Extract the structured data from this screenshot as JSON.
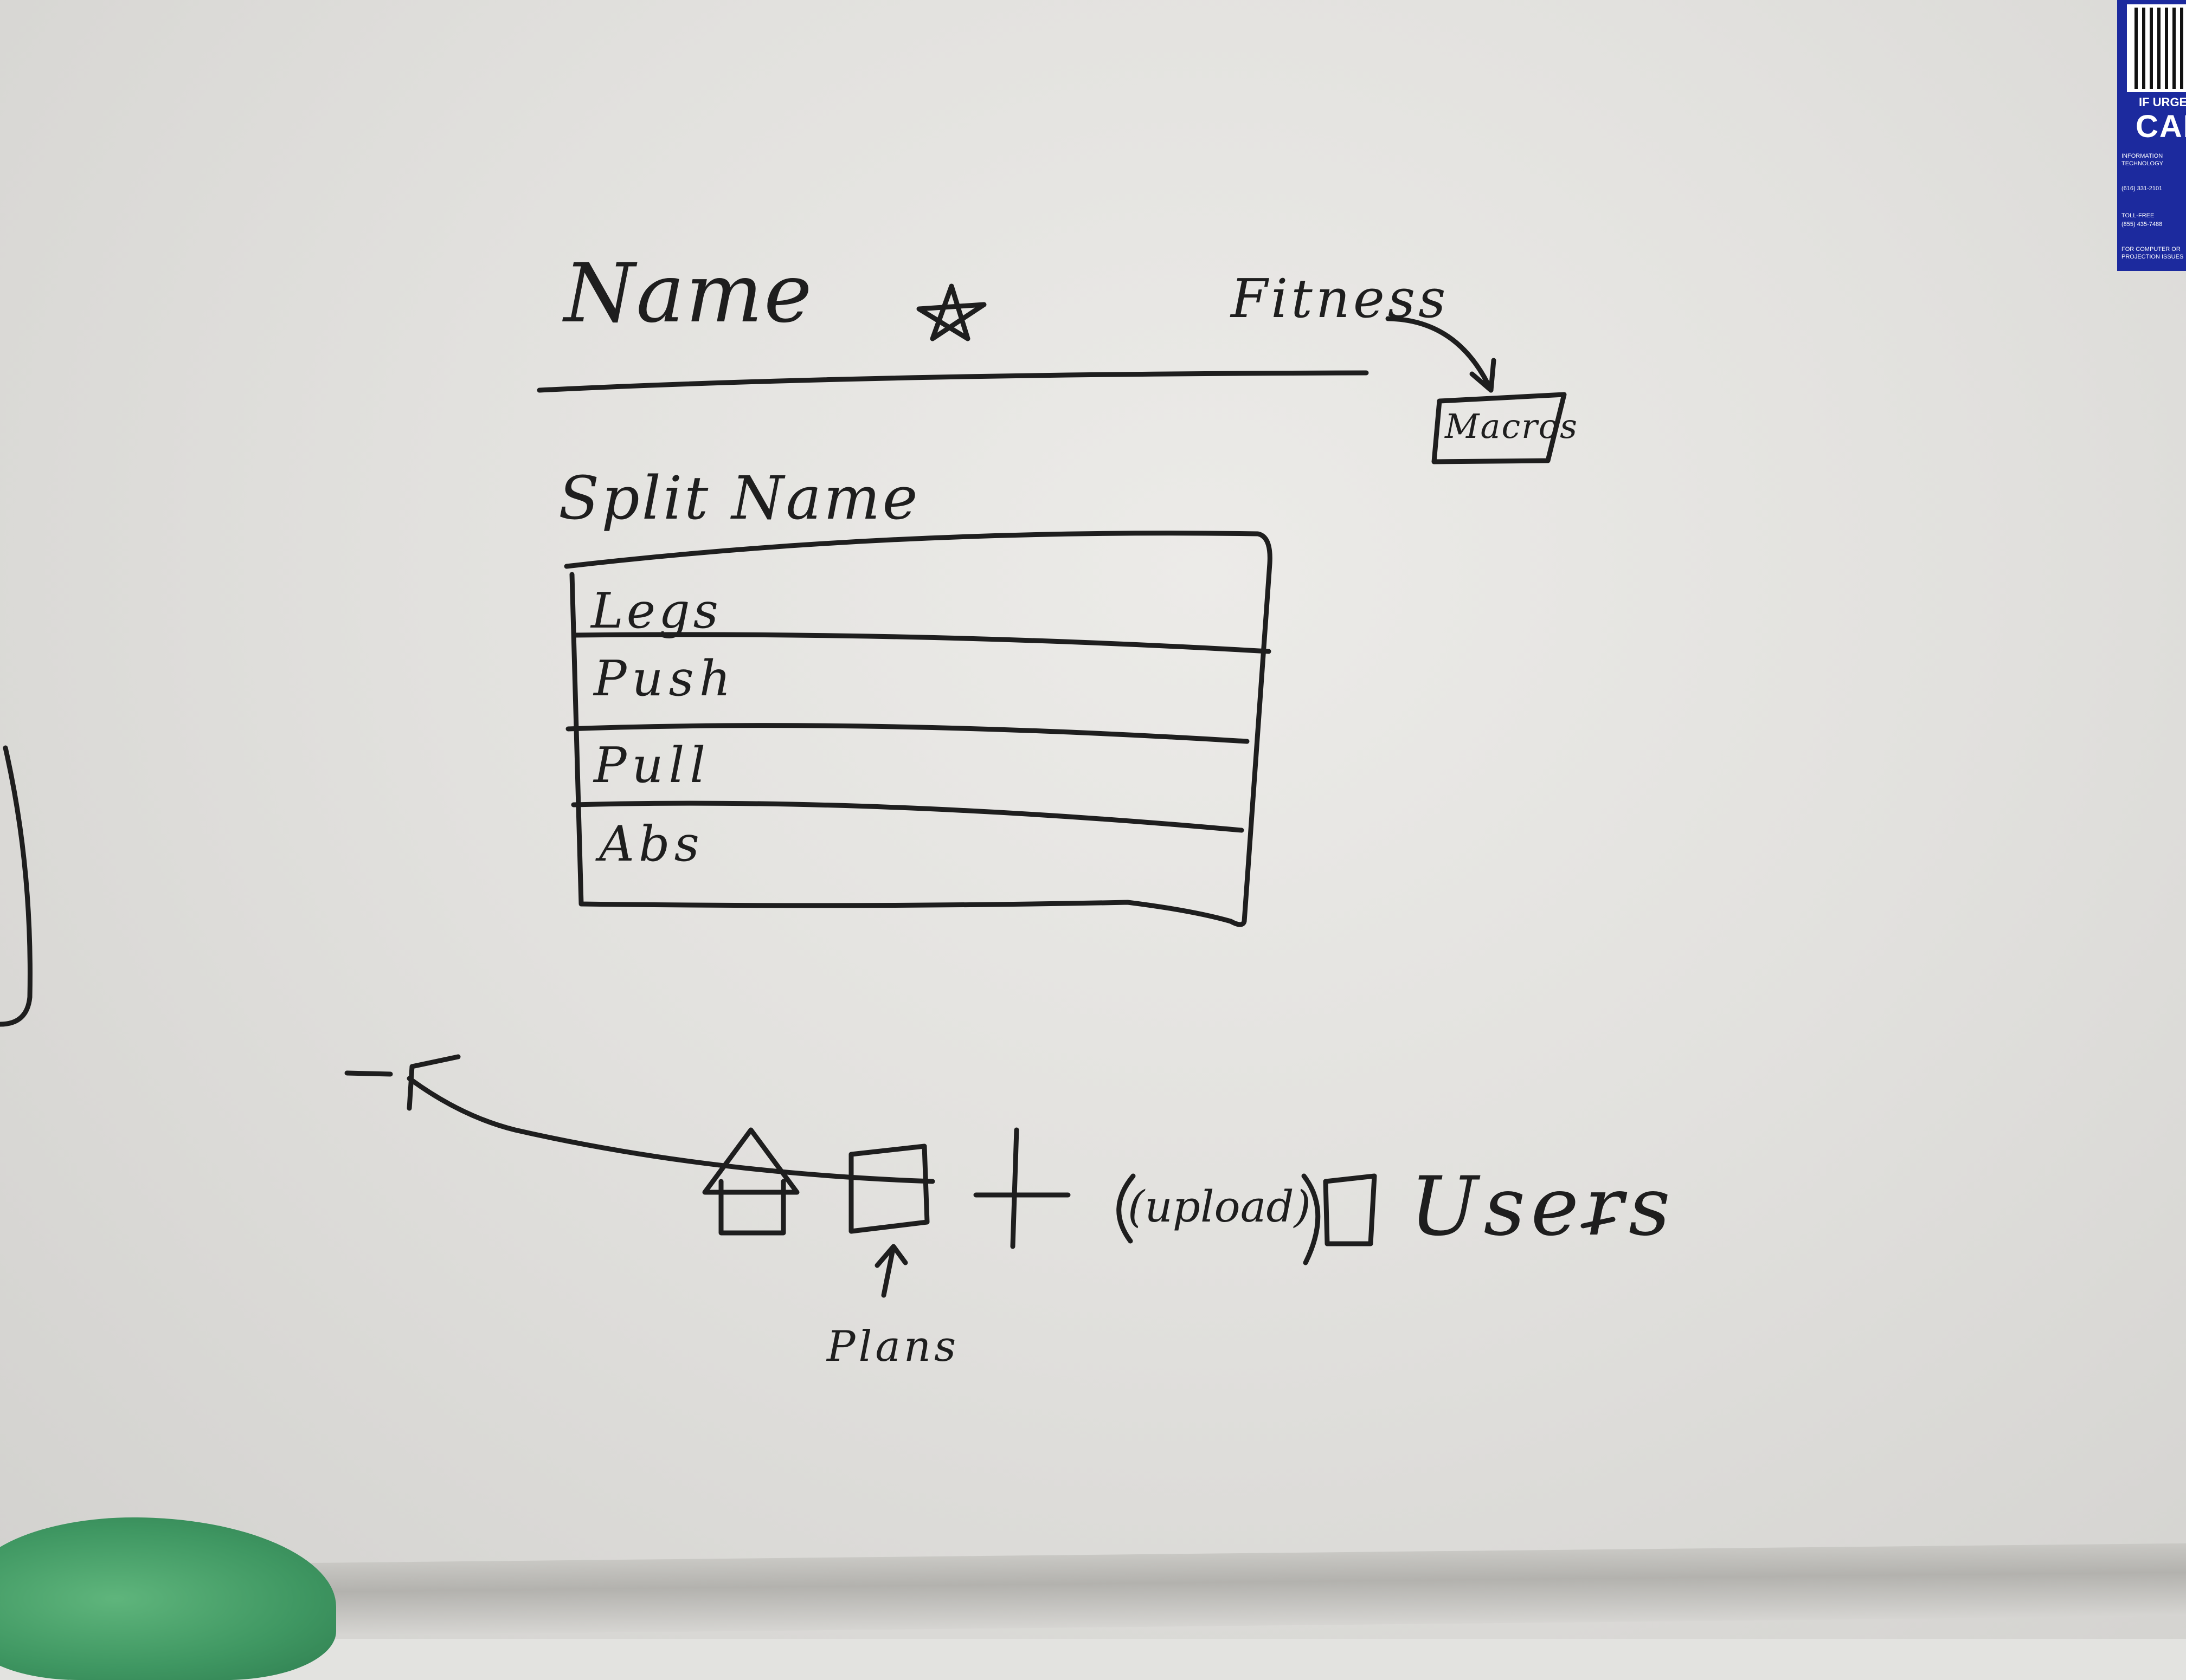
{
  "header": {
    "name_label": "Name",
    "star_icon": "star-icon",
    "fitness_label": "Fitness",
    "macros_button": "Macros"
  },
  "split": {
    "title": "Split Name",
    "rows": [
      "Legs",
      "Push",
      "Pull",
      "Abs"
    ]
  },
  "nav": {
    "home_icon": "home-icon",
    "plans_icon": "square-icon",
    "plans_label": "Plans",
    "add_icon": "plus-icon",
    "upload_label": "(upload)",
    "users_icon": "square-icon",
    "users_label": "Users"
  },
  "poster": {
    "heading": "IF URGENT",
    "call": "CAL",
    "lines": [
      "INFORMATION",
      "TECHNOLOGY",
      "(616) 331-2101",
      "TOLL-FREE",
      "(855) 435-7488",
      "FOR COMPUTER OR",
      "PROJECTION ISSUES"
    ]
  }
}
